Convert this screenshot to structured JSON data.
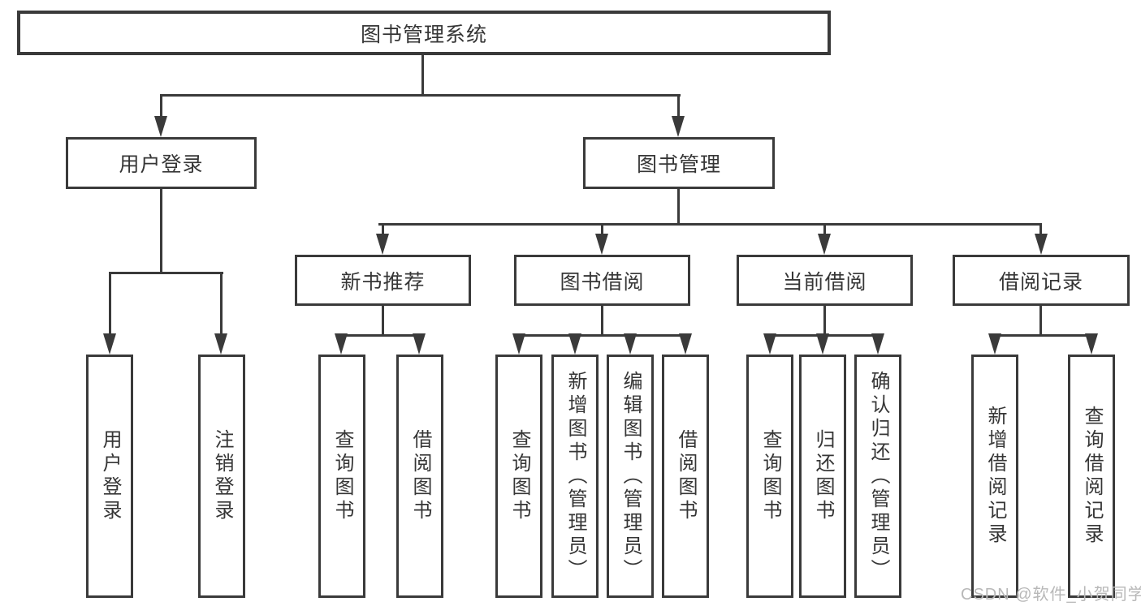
{
  "diagram": {
    "root": "图书管理系统",
    "level2": {
      "user": "用户登录",
      "book": "图书管理"
    },
    "modules": [
      "新书推荐",
      "图书借阅",
      "当前借阅",
      "借阅记录"
    ],
    "leaves": {
      "user": [
        "用户登录",
        "注销登录"
      ],
      "recommend": [
        "查询图书",
        "借阅图书"
      ],
      "borrow": [
        "查询图书",
        "新增图书（管理员）",
        "编辑图书（管理员）",
        "借阅图书"
      ],
      "current": [
        "查询图书",
        "归还图书",
        "确认归还（管理员）"
      ],
      "records": [
        "新增借阅记录",
        "查询借阅记录"
      ]
    }
  },
  "watermark": "CSDN @软件_小贺同学",
  "colors": {
    "line": "#3a3a3a",
    "text": "#363636",
    "watermark": "#b8b8b8",
    "background": "#ffffff"
  }
}
